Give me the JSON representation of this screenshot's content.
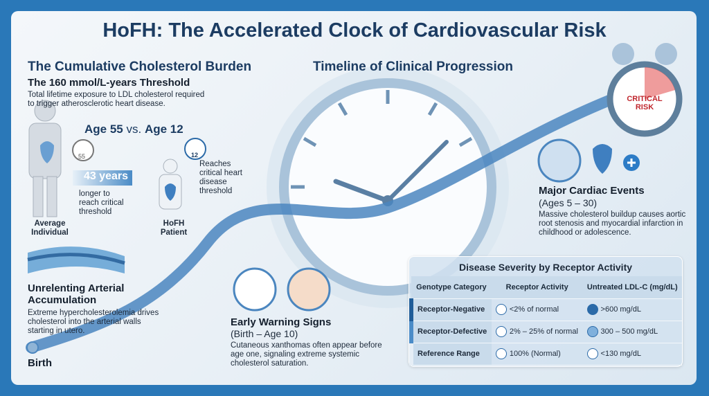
{
  "title": "HoFH: The Accelerated Clock of Cardiovascular Risk",
  "burden": {
    "heading": "The Cumulative Cholesterol Burden",
    "subheading": "The 160 mmol/L-years Threshold",
    "desc": "Total lifetime exposure to LDL cholesterol required to trigger atherosclerotic heart disease.",
    "age55": "Age 55",
    "vs": "vs.",
    "age12": "Age 12",
    "clock1": "55",
    "clock2": "12",
    "years": "43 years",
    "years_desc": "longer to reach critical threshold",
    "hofh_desc": "Reaches critical heart disease threshold",
    "person1": "Average Individual",
    "person2": "HoFH Patient"
  },
  "timeline_heading": "Timeline of Clinical Progression",
  "arterial": {
    "heading": "Unrelenting Arterial Accumulation",
    "desc": "Extreme hypercholesterolemia drives cholesterol into the arterial walls starting in utero."
  },
  "birth": "Birth",
  "early": {
    "heading": "Early Warning Signs",
    "range": "(Birth – Age 10)",
    "desc": "Cutaneous xanthomas often appear before age one, signaling extreme systemic cholesterol saturation."
  },
  "major": {
    "heading": "Major Cardiac Events",
    "range": "(Ages 5 – 30)",
    "desc": "Massive cholesterol buildup causes aortic root stenosis and myocardial infarction in childhood or adolescence."
  },
  "alarm": "CRITICAL RISK",
  "table": {
    "title": "Disease Severity by Receptor Activity",
    "headers": [
      "Genotype Category",
      "Receptor Activity",
      "Untreated LDL-C (mg/dL)"
    ],
    "rows": [
      [
        "Receptor-Negative",
        "<2% of normal",
        ">600 mg/dL"
      ],
      [
        "Receptor-Defective",
        "2% – 25% of normal",
        "300 – 500 mg/dL"
      ],
      [
        "Reference Range",
        "100% (Normal)",
        "<130 mg/dL"
      ]
    ]
  },
  "colors": {
    "border": "#2a78b8",
    "heading": "#1c3c62",
    "accent": "#3b82c4",
    "critical": "#c0262d"
  }
}
